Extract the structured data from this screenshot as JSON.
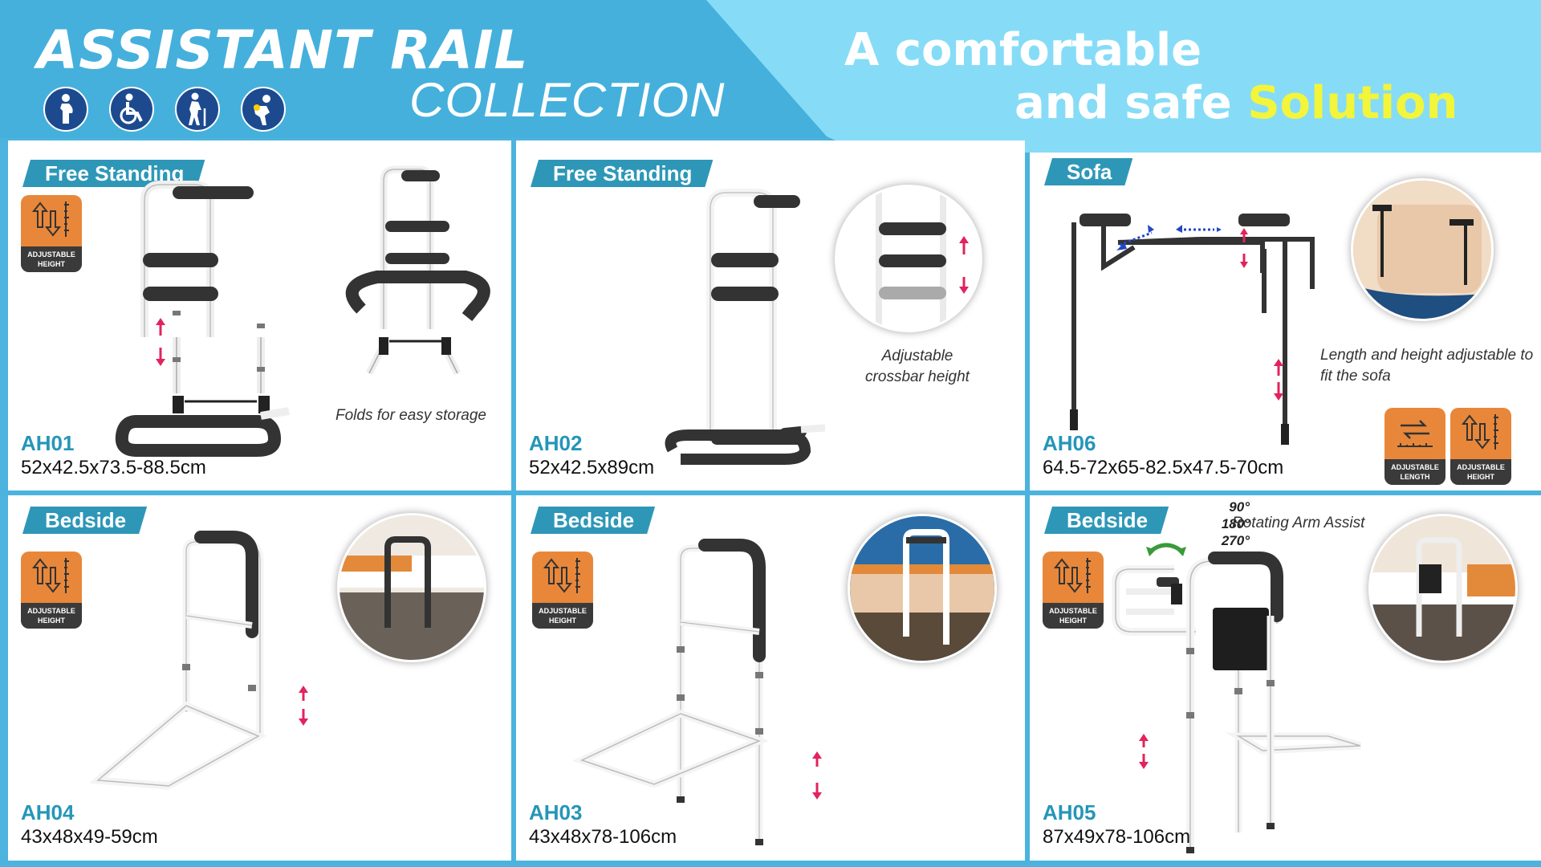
{
  "header": {
    "title": "ASSISTANT RAIL",
    "subtitle": "COLLECTION",
    "tagline_line1": "A comfortable",
    "tagline_line2": "and safe",
    "tagline_highlight": "Solution",
    "icons": [
      "pregnant-person-icon",
      "wheelchair-icon",
      "elderly-person-icon",
      "back-pain-icon"
    ]
  },
  "colors": {
    "header_blue": "#45b0dc",
    "light_blue": "#86dcf7",
    "highlight": "#f3f53a",
    "code_blue": "#2596b8",
    "badge_orange": "#e8873a",
    "arrow_pink": "#e0245e"
  },
  "panels": [
    {
      "category": "Free Standing",
      "code": "AH01",
      "dims": "52x42.5x73.5-88.5cm",
      "note": "Folds for easy storage",
      "badges": [
        {
          "label": "ADJUSTABLE HEIGHT"
        }
      ]
    },
    {
      "category": "Free Standing",
      "code": "AH02",
      "dims": "52x42.5x89cm",
      "note": "Adjustable crossbar height",
      "badges": []
    },
    {
      "category": "Sofa",
      "code": "AH06",
      "dims": "64.5-72x65-82.5x47.5-70cm",
      "note": "Length and height adjustable to fit the sofa",
      "badges": [
        {
          "label": "ADJUSTABLE LENGTH"
        },
        {
          "label": "ADJUSTABLE HEIGHT"
        }
      ]
    },
    {
      "category": "Bedside",
      "code": "AH04",
      "dims": "43x48x49-59cm",
      "badges": [
        {
          "label": "ADJUSTABLE HEIGHT"
        }
      ]
    },
    {
      "category": "Bedside",
      "code": "AH03",
      "dims": "43x48x78-106cm",
      "badges": [
        {
          "label": "ADJUSTABLE HEIGHT"
        }
      ]
    },
    {
      "category": "Bedside",
      "code": "AH05",
      "dims": "87x49x78-106cm",
      "rotation_angles": [
        "90°",
        "180°",
        "270°"
      ],
      "rotation_note": "Rotating Arm Assist",
      "badges": [
        {
          "label": "ADJUSTABLE HEIGHT"
        }
      ]
    }
  ]
}
